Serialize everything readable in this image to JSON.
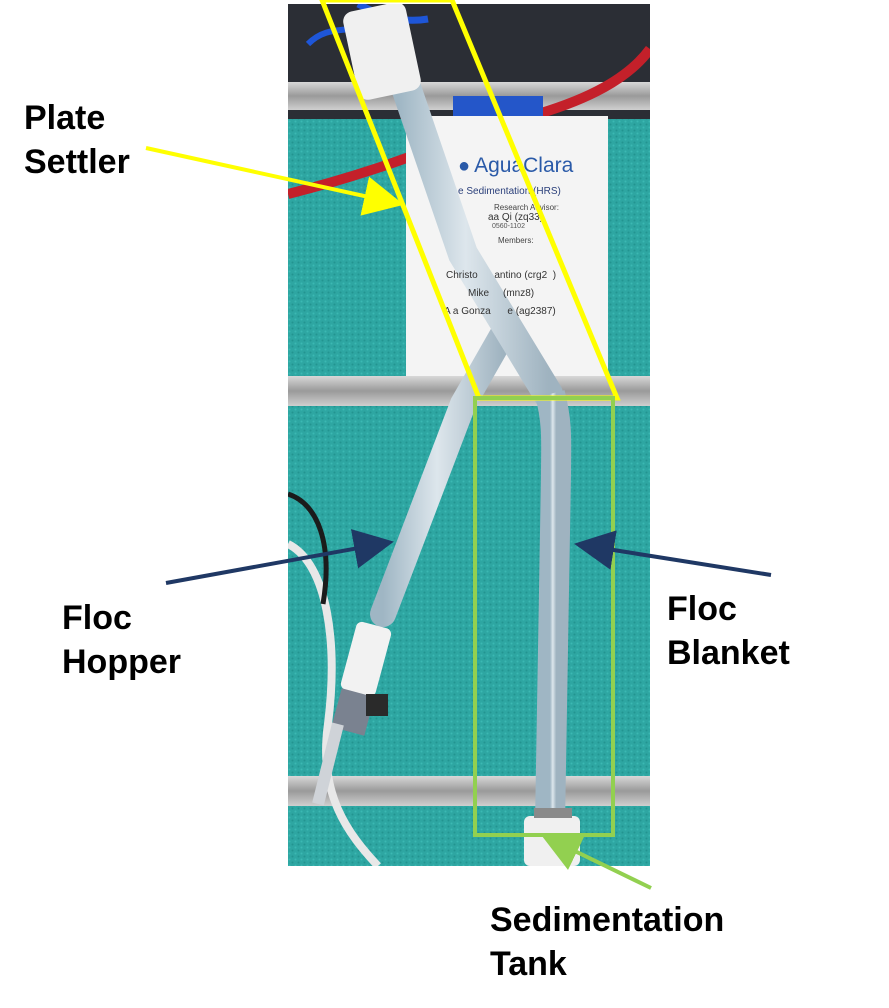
{
  "labels": {
    "plate_settler": [
      "Plate",
      "Settler"
    ],
    "floc_hopper": [
      "Floc",
      "Hopper"
    ],
    "floc_blanket": [
      "Floc",
      "Blanket"
    ],
    "sedimentation_tank": [
      "Sedimentation",
      "Tank"
    ]
  },
  "poster": {
    "logo": "AguaClara",
    "title": "e Sedimentation (HRS)",
    "advisor_heading": "Research Advisor:",
    "advisor": "aa Qi (zq33)",
    "advisor_phone": "0560-1102",
    "members_heading": "Members:",
    "member_1": "Christo      antino (crg2  )",
    "member_2": "Mike     (mnz8)",
    "member_3": "A a Gonza      e (ag2387)"
  },
  "colors": {
    "plate_settler_outline": "#ffff00",
    "sed_tank_outline": "#92d050",
    "floc_arrow": "#1f3864",
    "background_fabric": "#2aa7a3"
  }
}
